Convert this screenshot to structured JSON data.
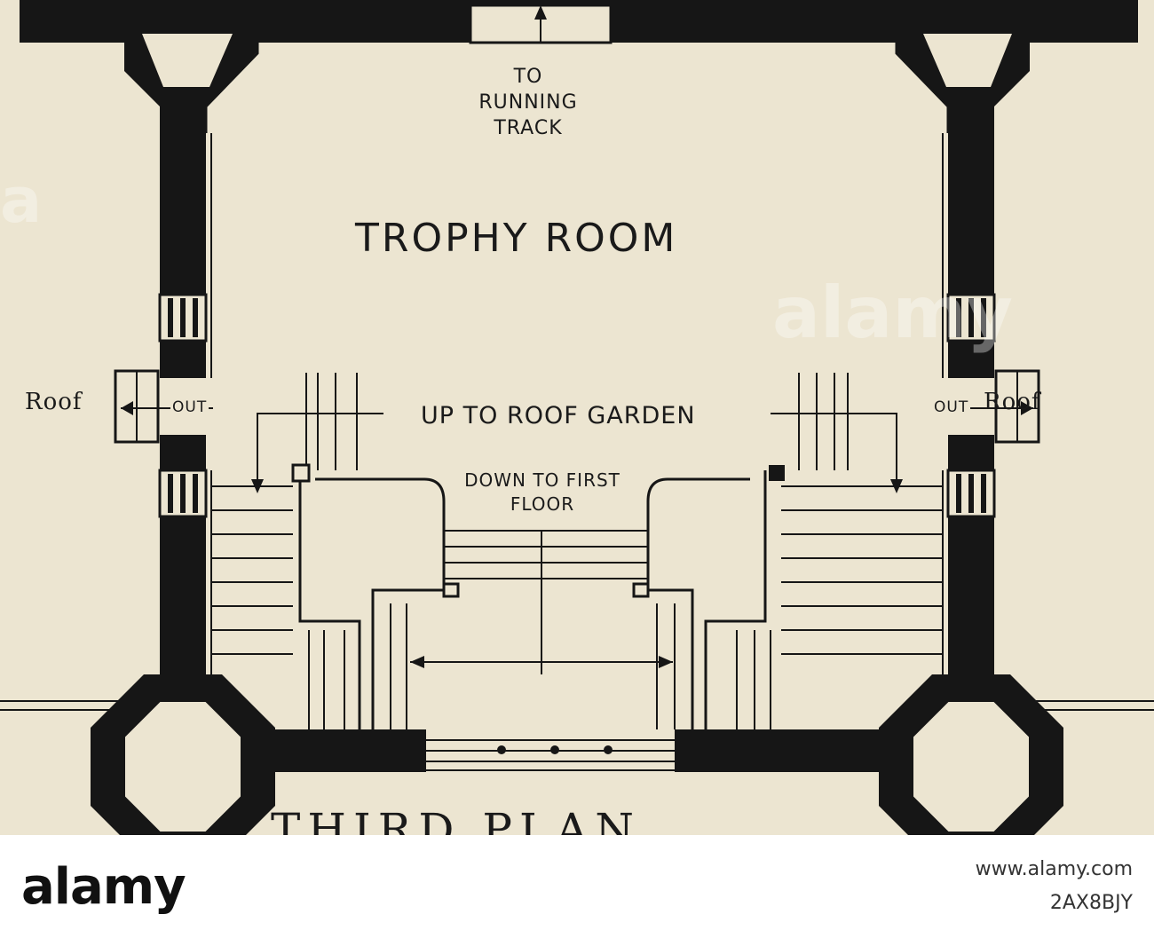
{
  "labels": {
    "to_running_track": "TO RUNNING TRACK",
    "room_name": "TROPHY ROOM",
    "roof_left": "Roof",
    "roof_right": "Roof",
    "out_left": "OUT",
    "out_right": "OUT",
    "up_to_roof_garden": "UP TO ROOF GARDEN",
    "down_to_first_floor": "DOWN TO FIRST FLOOR",
    "bottom_title_partial": "THIRD PLAN"
  },
  "watermark": {
    "logo": "alamy",
    "url": "www.alamy.com",
    "image_id": "2AX8BJY",
    "overlay": "alamy"
  },
  "colors": {
    "paper": "#ece5d1",
    "ink": "#161616",
    "bar": "#ffffff"
  }
}
